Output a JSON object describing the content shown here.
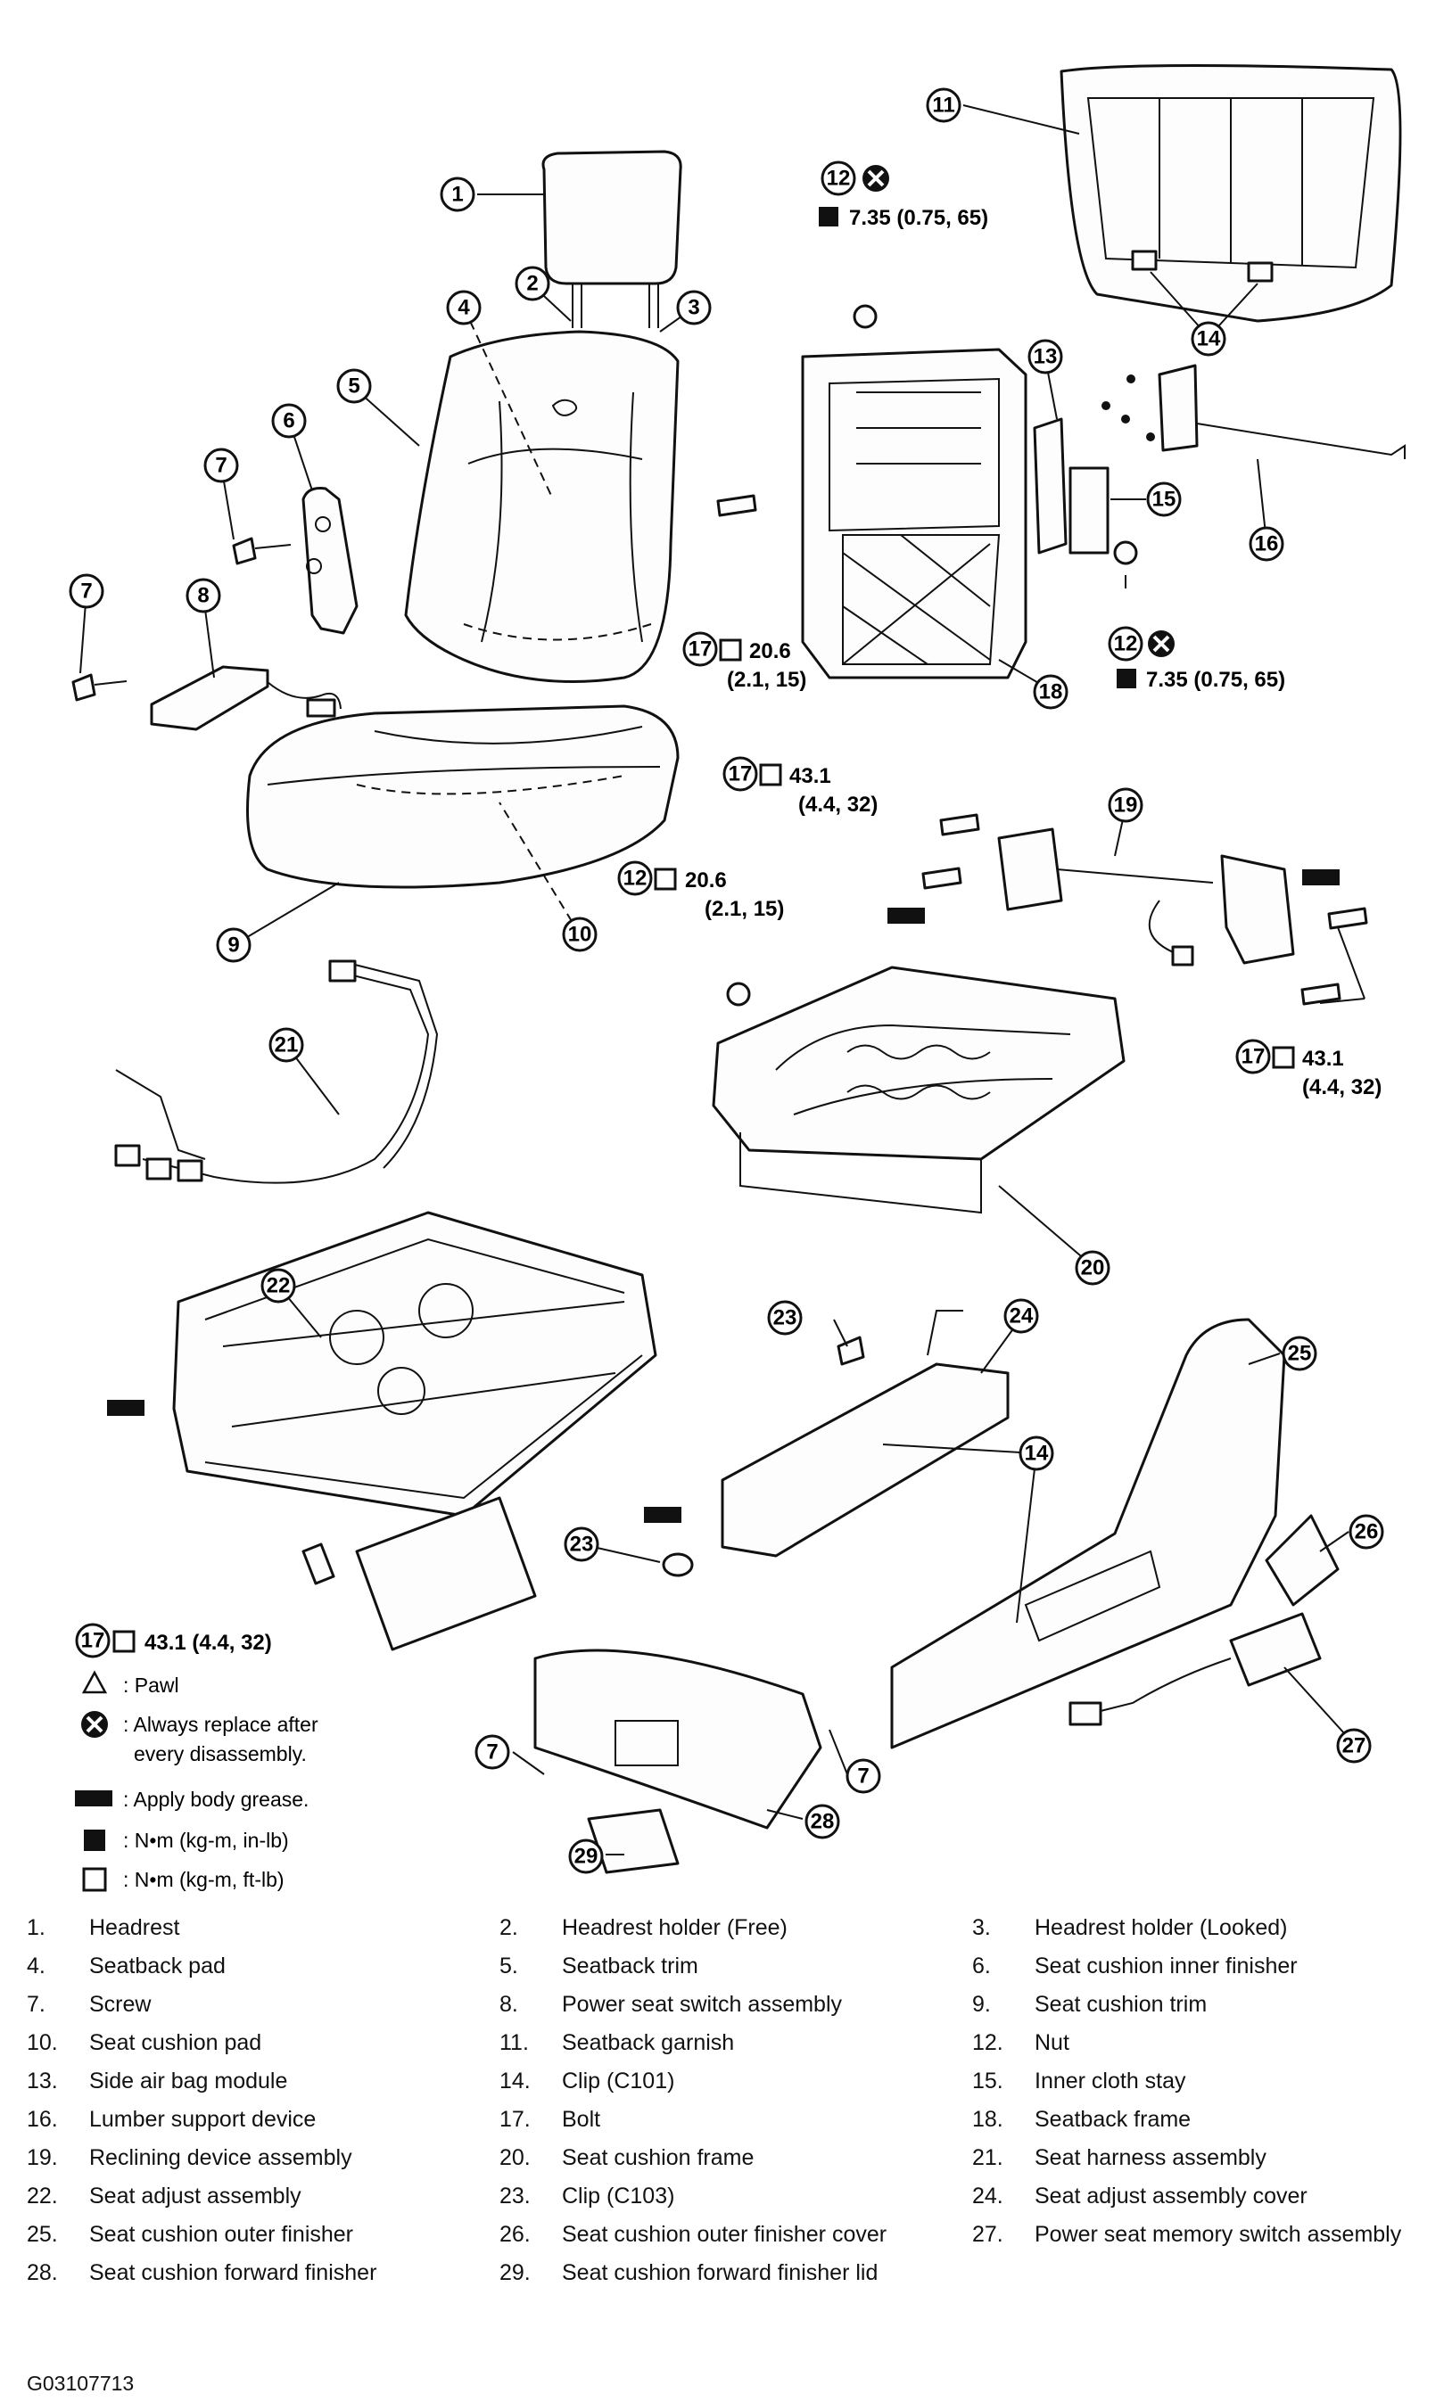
{
  "callouts": {
    "c1": "1",
    "c2": "2",
    "c3": "3",
    "c4": "4",
    "c5": "5",
    "c6": "6",
    "c7": "7",
    "c8": "8",
    "c9": "9",
    "c10": "10",
    "c11": "11",
    "c12": "12",
    "c13": "13",
    "c14": "14",
    "c15": "15",
    "c16": "16",
    "c17": "17",
    "c18": "18",
    "c19": "19",
    "c20": "20",
    "c21": "21",
    "c22": "22",
    "c23": "23",
    "c24": "24",
    "c25": "25",
    "c26": "26",
    "c27": "27",
    "c28": "28",
    "c29": "29"
  },
  "torques": {
    "nut_top": "7.35 (0.75, 65)",
    "nut_bottom": "7.35 (0.75, 65)",
    "bolt_seatback_a": "20.6",
    "bolt_seatback_b": "(2.1, 15)",
    "bolt_recliner_a": "43.1",
    "bolt_recliner_b": "(4.4, 32)",
    "bolt_frame_a": "20.6",
    "bolt_frame_b": "(2.1, 15)",
    "bolt_right_a": "43.1",
    "bolt_right_b": "(4.4, 32)",
    "bolt_adjust": "43.1 (4.4, 32)"
  },
  "legend": {
    "pawl": ": Pawl",
    "replace_1": ": Always replace after",
    "replace_2": "every disassembly.",
    "grease": ": Apply body grease.",
    "nm_inlb": ": N•m (kg-m, in-lb)",
    "nm_ftlb": ": N•m (kg-m, ft-lb)"
  },
  "parts": [
    [
      "1.",
      "Headrest"
    ],
    [
      "2.",
      "Headrest holder (Free)"
    ],
    [
      "3.",
      "Headrest holder (Looked)"
    ],
    [
      "4.",
      "Seatback pad"
    ],
    [
      "5.",
      "Seatback trim"
    ],
    [
      "6.",
      "Seat cushion inner finisher"
    ],
    [
      "7.",
      "Screw"
    ],
    [
      "8.",
      "Power seat switch assembly"
    ],
    [
      "9.",
      "Seat cushion trim"
    ],
    [
      "10.",
      "Seat cushion pad"
    ],
    [
      "11.",
      "Seatback garnish"
    ],
    [
      "12.",
      "Nut"
    ],
    [
      "13.",
      "Side air bag module"
    ],
    [
      "14.",
      "Clip (C101)"
    ],
    [
      "15.",
      "Inner cloth stay"
    ],
    [
      "16.",
      "Lumber support device"
    ],
    [
      "17.",
      "Bolt"
    ],
    [
      "18.",
      "Seatback frame"
    ],
    [
      "19.",
      "Reclining device assembly"
    ],
    [
      "20.",
      "Seat cushion frame"
    ],
    [
      "21.",
      "Seat harness assembly"
    ],
    [
      "22.",
      "Seat adjust assembly"
    ],
    [
      "23.",
      "Clip (C103)"
    ],
    [
      "24.",
      "Seat adjust assembly cover"
    ],
    [
      "25.",
      "Seat cushion outer finisher"
    ],
    [
      "26.",
      "Seat cushion outer finisher cover"
    ],
    [
      "27.",
      "Power seat memory switch assembly"
    ],
    [
      "28.",
      "Seat cushion forward finisher"
    ],
    [
      "29.",
      "Seat cushion forward finisher lid"
    ]
  ],
  "diagram_code": "G03107713"
}
